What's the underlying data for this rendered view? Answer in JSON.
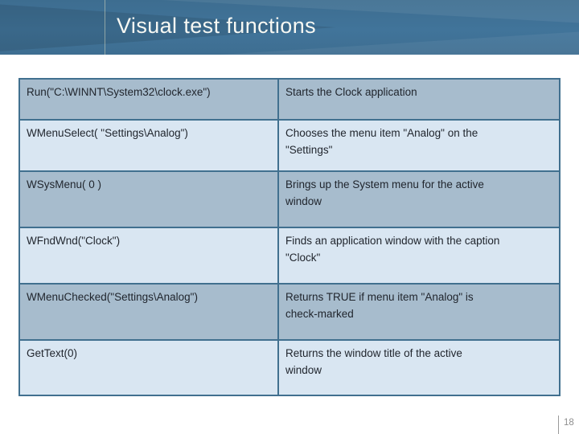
{
  "slide": {
    "title": "Visual test functions",
    "page_number": "18"
  },
  "table": {
    "rows": [
      {
        "func": "Run(\"C:\\WINNT\\System32\\clock.exe\")",
        "desc": "Starts the Clock application"
      },
      {
        "func": "WMenuSelect( \"Settings\\Analog\")",
        "desc": "Chooses the menu item \"Analog\" on the \"Settings\""
      },
      {
        "func": "WSysMenu( 0 )",
        "desc": "Brings up the System menu for the active window"
      },
      {
        "func": "WFndWnd(\"Clock\")",
        "desc": "Finds an application window with the caption \"Clock\""
      },
      {
        "func": "WMenuChecked(\"Settings\\Analog\")",
        "desc": "Returns TRUE if menu item \"Analog\" is check-marked"
      },
      {
        "func": "GetText(0)",
        "desc": "Returns the window title of the active window"
      }
    ]
  },
  "colors": {
    "header_blue": "#41749a",
    "row_dark": "#a7bccd",
    "row_light": "#d9e6f2",
    "table_border": "#41708f",
    "title_text": "#f7f8f3",
    "page_number_gray": "#8e8e8e"
  }
}
